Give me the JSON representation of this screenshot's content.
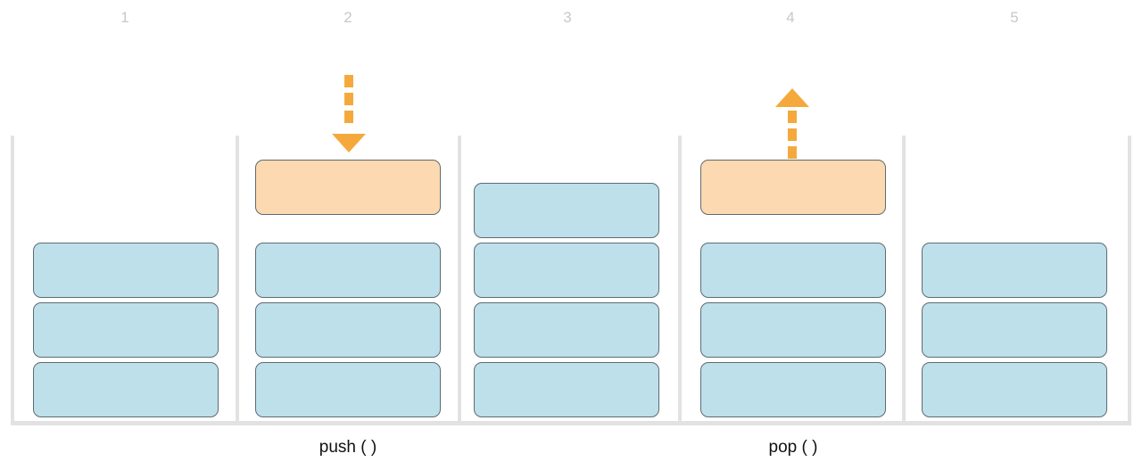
{
  "step_numbers": [
    "1",
    "2",
    "3",
    "4",
    "5"
  ],
  "operations": {
    "push_label": "push ( )",
    "pop_label": "pop ( )"
  },
  "colors": {
    "stack_item": "#bde0ea",
    "moving_item": "#fcd9b0",
    "item_border": "#5f6b72",
    "arrow": "#f5a93c",
    "container": "#e2e2e2",
    "step_number": "#c8c8c8"
  },
  "columns": [
    {
      "stack_items": 3,
      "moving_item": false,
      "arrow": "none"
    },
    {
      "stack_items": 3,
      "moving_item": true,
      "arrow": "down"
    },
    {
      "stack_items": 4,
      "moving_item": false,
      "arrow": "none"
    },
    {
      "stack_items": 3,
      "moving_item": true,
      "arrow": "up"
    },
    {
      "stack_items": 3,
      "moving_item": false,
      "arrow": "none"
    }
  ]
}
